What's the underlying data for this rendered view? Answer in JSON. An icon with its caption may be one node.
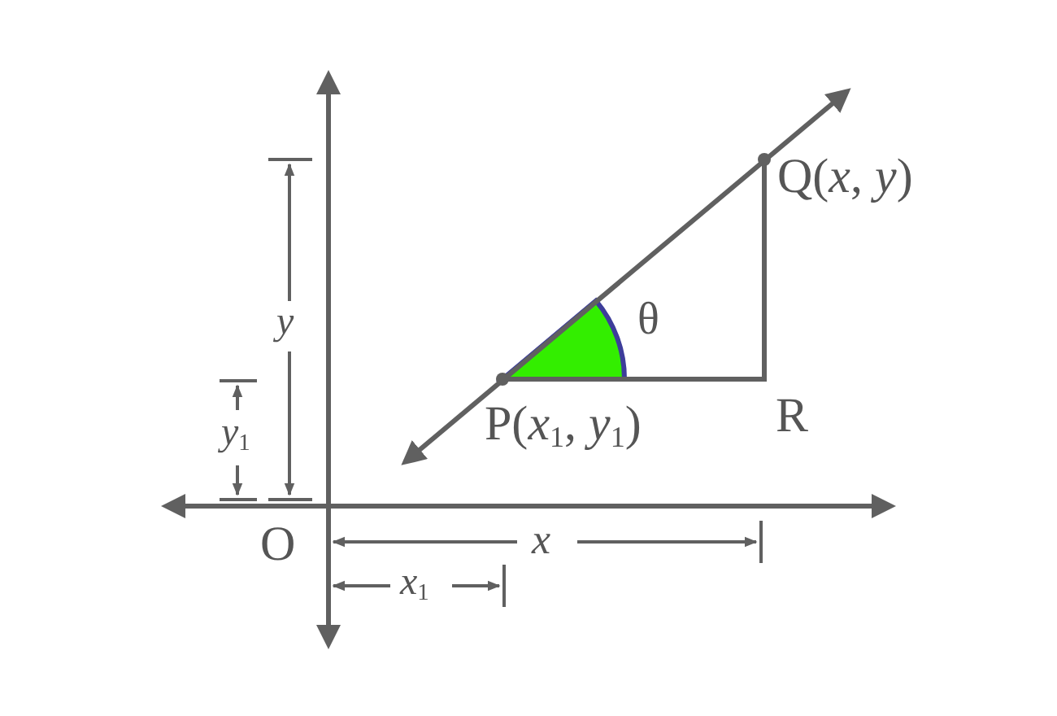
{
  "diagram": {
    "labels": [
      "Q(*x*, *y*)",
      "*y*",
      "θ",
      "*y*$_{1}$",
      "P(*x*$_{1}$, *y*$_{1}$)",
      "R",
      "O",
      "*x*",
      "*x*$_{1}$"
    ]
  }
}
